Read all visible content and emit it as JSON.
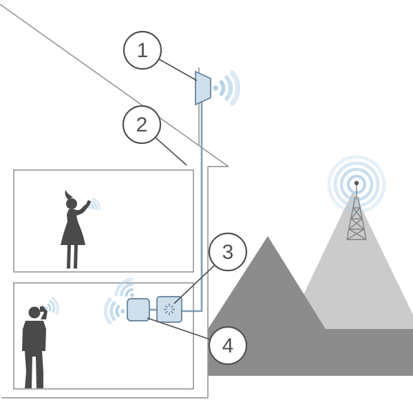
{
  "diagram": {
    "name": "cell-signal-booster-installation-diagram",
    "callouts": [
      {
        "number": "1",
        "target": "outdoor-antenna"
      },
      {
        "number": "2",
        "target": "antenna-cable"
      },
      {
        "number": "3",
        "target": "signal-booster-unit"
      },
      {
        "number": "4",
        "target": "indoor-antenna"
      }
    ],
    "colors": {
      "line": "#9a9a9a",
      "leader": "#4f4f4f",
      "silhouette": "#4a4a4a",
      "wave_blue": "#b5d3e7",
      "device_fill": "#cfdfec",
      "device_stroke": "#5d7d97",
      "cable": "#7d9cb8",
      "mountain_dark": "#8c8c8c",
      "mountain_light": "#cbcbcb",
      "tower": "#7e7e7e",
      "background": "#ffffff"
    }
  }
}
